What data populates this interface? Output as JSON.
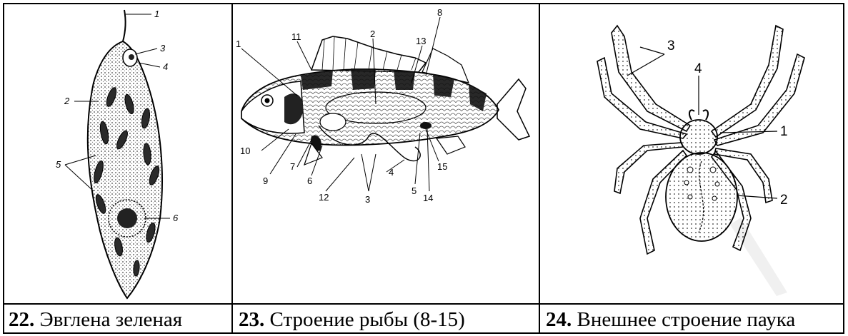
{
  "figures": [
    {
      "number": "22.",
      "caption": "Эвглена зеленая",
      "labels": [
        "1",
        "2",
        "3",
        "4",
        "5",
        "6"
      ]
    },
    {
      "number": "23.",
      "caption": "Строение рыбы (8-15)",
      "labels": [
        "1",
        "2",
        "3",
        "4",
        "5",
        "6",
        "7",
        "8",
        "9",
        "10",
        "11",
        "12",
        "13",
        "14",
        "15"
      ]
    },
    {
      "number": "24.",
      "caption": "Внешнее строение паука",
      "labels": [
        "1",
        "2",
        "3",
        "4"
      ]
    }
  ]
}
